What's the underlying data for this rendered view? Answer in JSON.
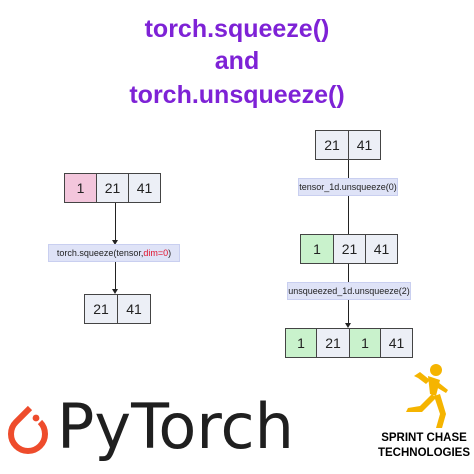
{
  "title": {
    "line1": "torch.squeeze()",
    "line2": "and",
    "line3": "torch.unsqueeze()"
  },
  "left_diagram": {
    "input_cells": [
      "1",
      "21",
      "41"
    ],
    "operation": {
      "prefix": "torch.squeeze(tensor, ",
      "highlight": "dim=0",
      "suffix": ")"
    },
    "output_cells": [
      "21",
      "41"
    ]
  },
  "right_diagram": {
    "input_cells": [
      "21",
      "41"
    ],
    "operation1": "tensor_1d.unsqueeze(0)",
    "middle_cells": [
      "1",
      "21",
      "41"
    ],
    "operation2": "unsqueezed_1d.unsqueeze(2)",
    "output_cells": [
      "1",
      "21",
      "1",
      "41"
    ]
  },
  "logos": {
    "pytorch": "PyTorch",
    "sprint_chase_line1": "SPRINT CHASE",
    "sprint_chase_line2": "TECHNOLOGIES"
  },
  "colors": {
    "title": "#7e22d6",
    "highlight": "#e0112b",
    "pytorch_orange": "#ee4c2c",
    "sprint_chase_gold": "#f5b400"
  }
}
